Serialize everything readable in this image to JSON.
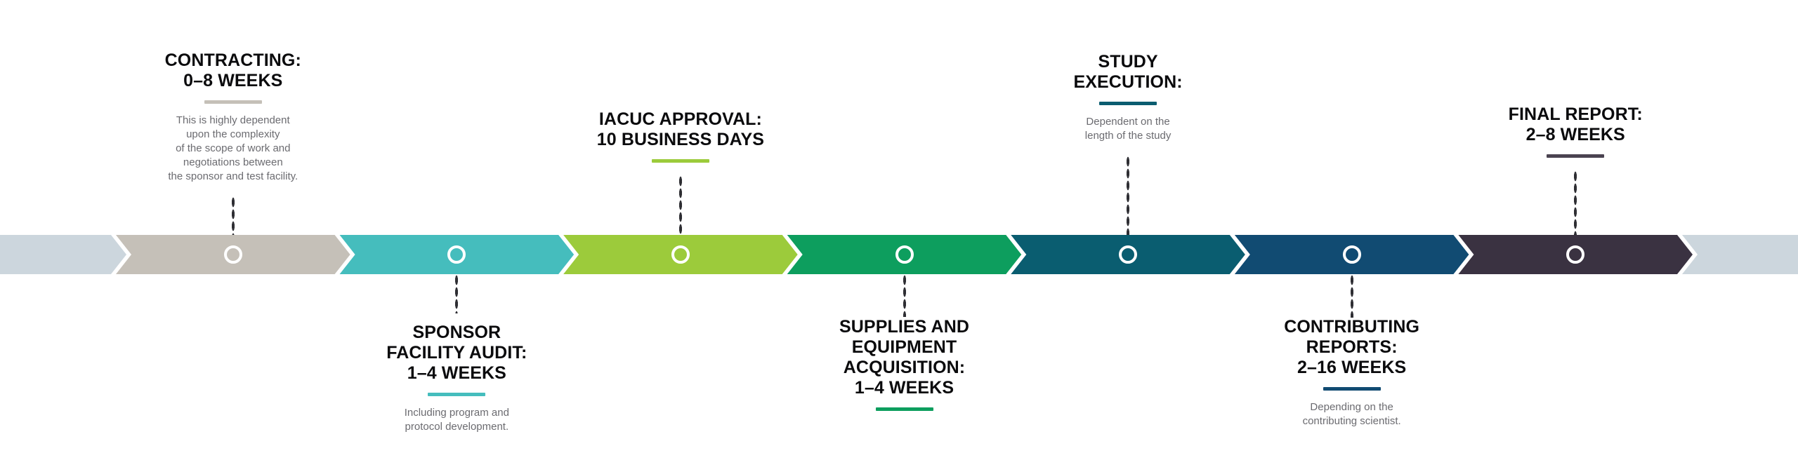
{
  "diagram": {
    "type": "process-timeline-chevron",
    "orientation": "horizontal",
    "track": {
      "cap_color": "#ccd6dd",
      "separator_color": "#ffffff",
      "marker_ring_color": "#ffffff",
      "connector_dot_color": "#2e2e33"
    },
    "stages": [
      {
        "id": "contracting",
        "index": 1,
        "title": "CONTRACTING:\n0–8 WEEKS",
        "description": "This is highly dependent\nupon the complexity\nof the scope of work and\nnegotiations between\nthe sponsor and test facility.",
        "color": "#c5c0b8",
        "rule_color": "#c5c0b8",
        "label_position": "above",
        "marker_icon": "circle-marker-icon"
      },
      {
        "id": "sponsor-facility-audit",
        "index": 2,
        "title": "SPONSOR\nFACILITY AUDIT:\n1–4 WEEKS",
        "description": "Including program and\nprotocol development.",
        "color": "#45bdbd",
        "rule_color": "#45bdbd",
        "label_position": "below",
        "marker_icon": "circle-marker-icon"
      },
      {
        "id": "iacuc-approval",
        "index": 3,
        "title": "IACUC APPROVAL:\n10 BUSINESS DAYS",
        "description": "",
        "color": "#9ccb3b",
        "rule_color": "#9ccb3b",
        "label_position": "above",
        "marker_icon": "circle-marker-icon"
      },
      {
        "id": "supplies-and-equipment-acquisition",
        "index": 4,
        "title": "SUPPLIES AND\nEQUIPMENT\nACQUISITION:\n1–4 WEEKS",
        "description": "",
        "color": "#0d9e5e",
        "rule_color": "#0d9e5e",
        "label_position": "below",
        "marker_icon": "circle-marker-icon"
      },
      {
        "id": "study-execution",
        "index": 5,
        "title": "STUDY\nEXECUTION:",
        "description": "Dependent on the\nlength of the study",
        "color": "#0a5d70",
        "rule_color": "#0a5d70",
        "label_position": "above",
        "marker_icon": "circle-marker-icon"
      },
      {
        "id": "contributing-reports",
        "index": 6,
        "title": "CONTRIBUTING\nREPORTS:\n2–16 WEEKS",
        "description": "Depending on the\ncontributing scientist.",
        "color": "#114b72",
        "rule_color": "#114b72",
        "label_position": "below",
        "marker_icon": "circle-marker-icon"
      },
      {
        "id": "final-report",
        "index": 7,
        "title": "FINAL REPORT:\n2–8 WEEKS",
        "description": "",
        "color": "#3a3241",
        "rule_color": "#4a4350",
        "label_position": "above",
        "marker_icon": "circle-marker-icon"
      }
    ]
  }
}
